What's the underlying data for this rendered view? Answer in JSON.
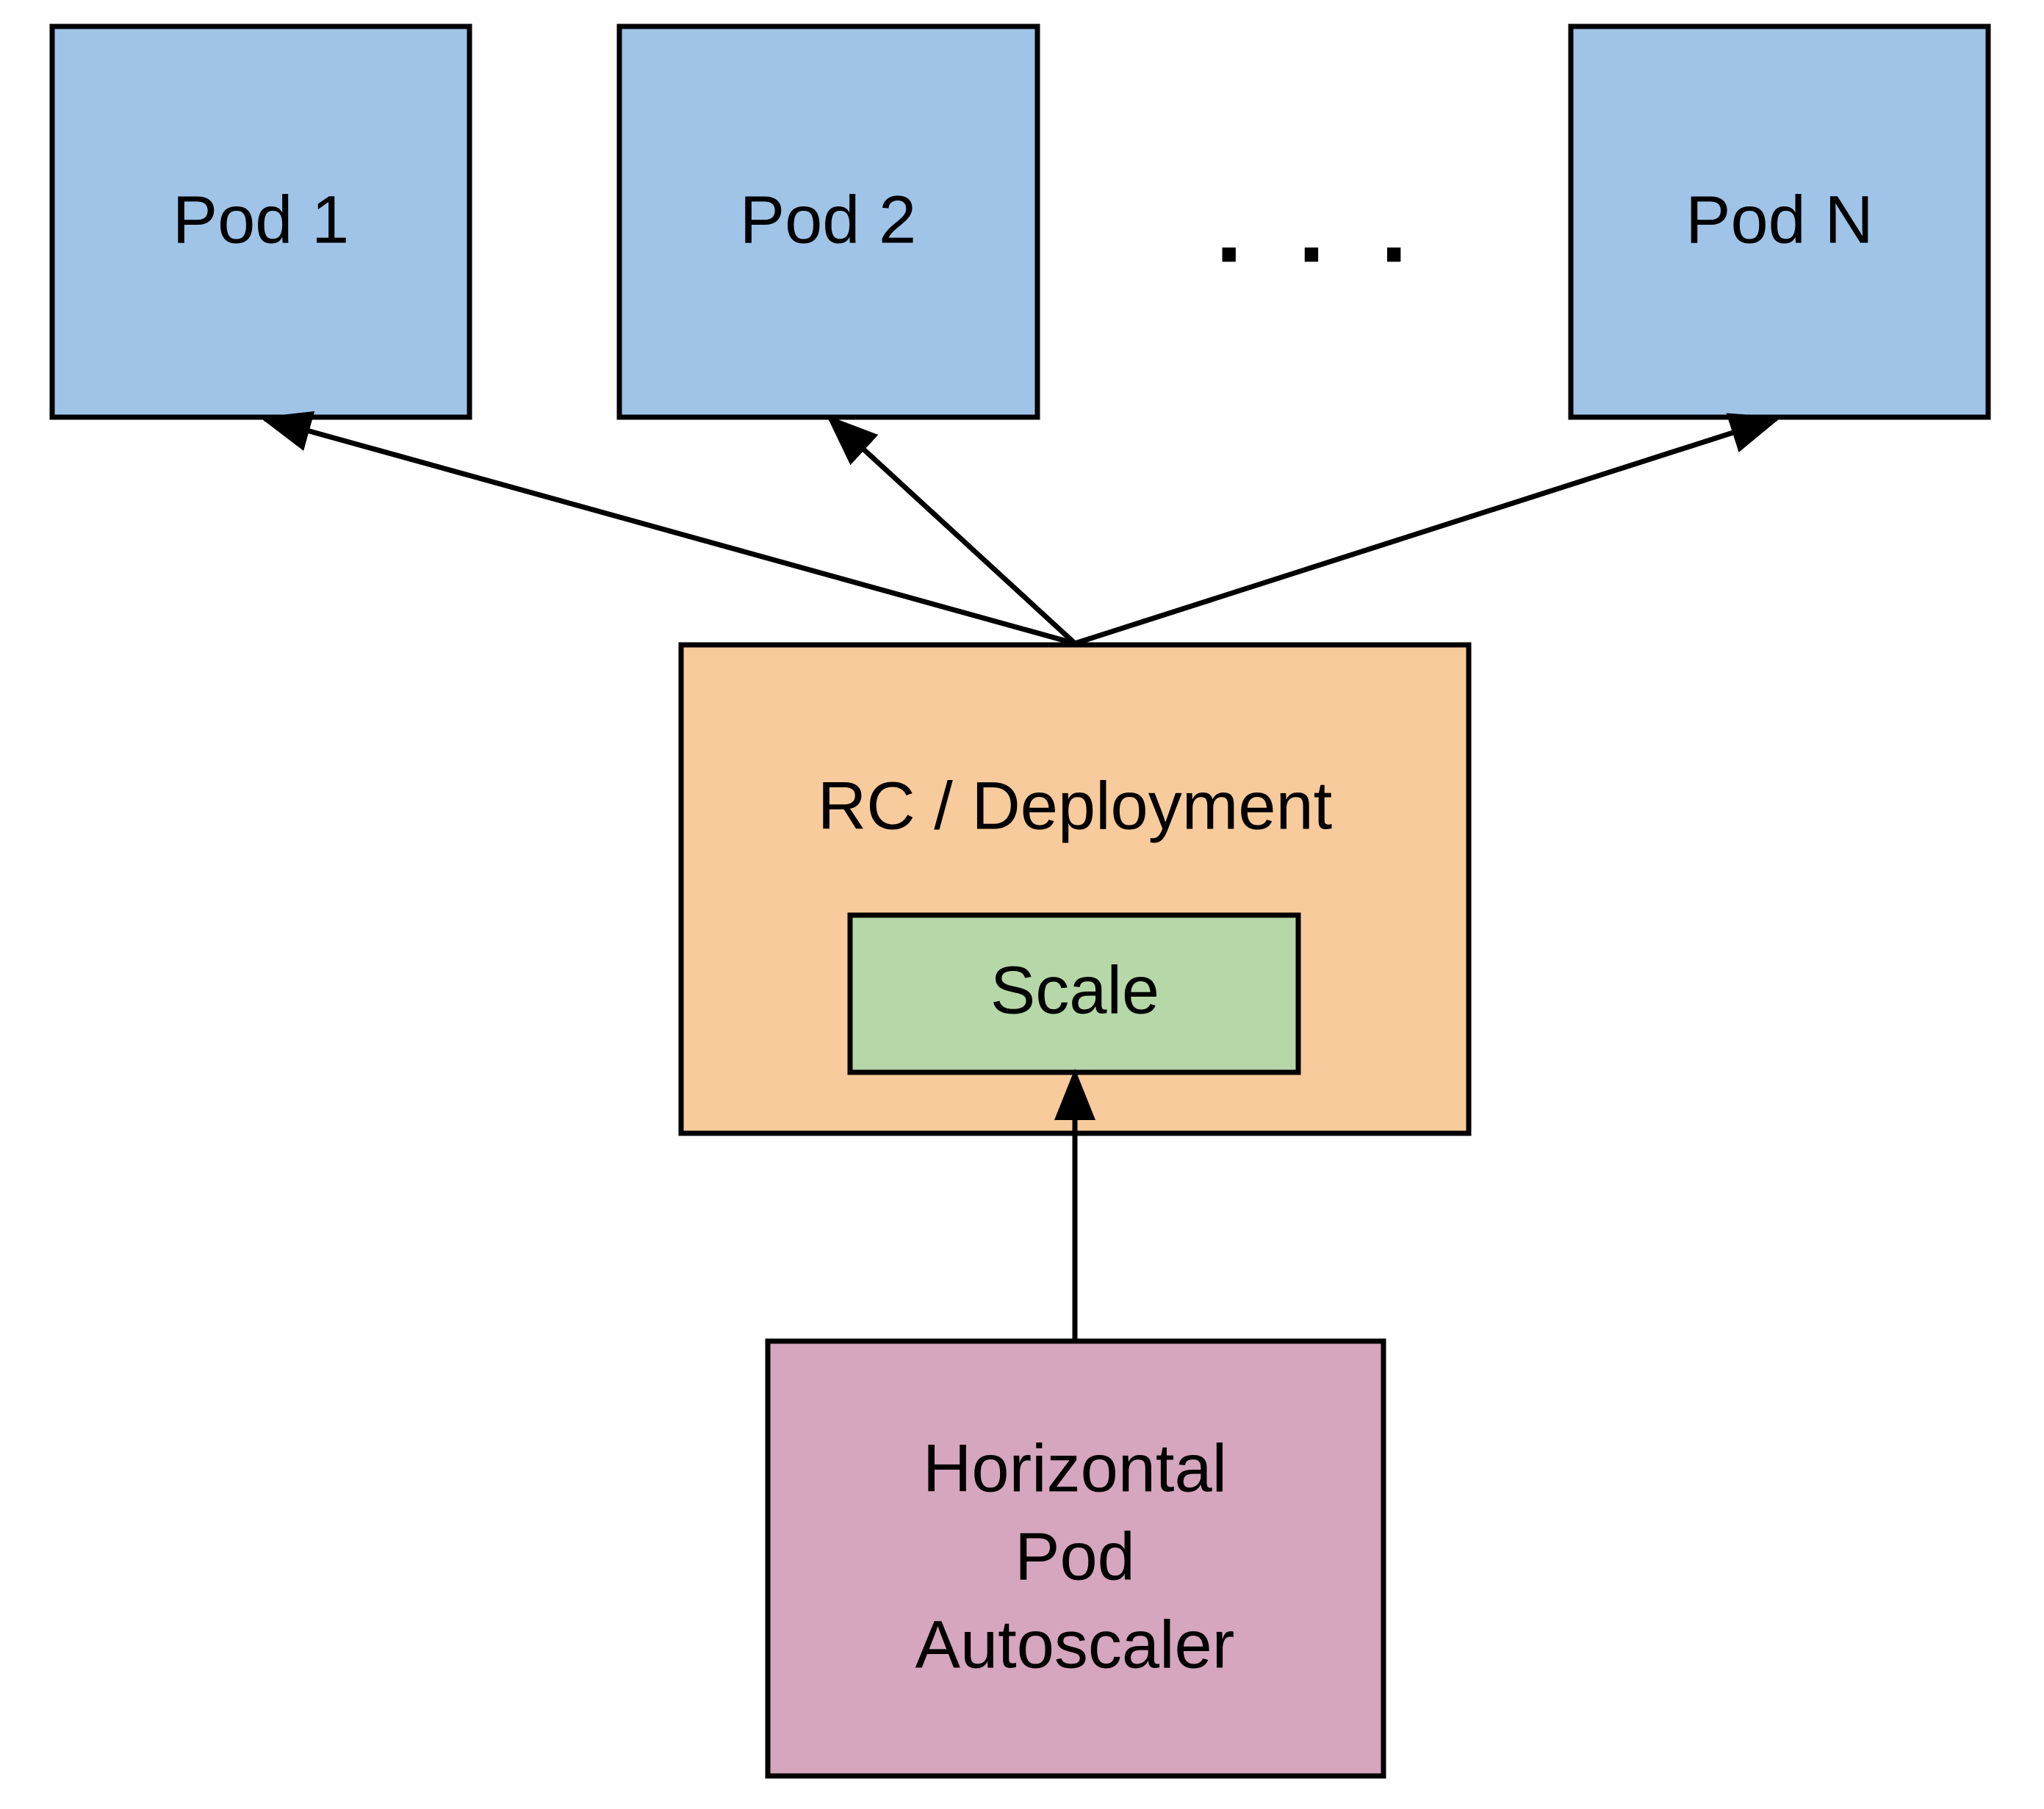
{
  "colors": {
    "pod_fill": "#a0c4e8",
    "controller_fill": "#f8cb9c",
    "scale_fill": "#b6d7a8",
    "autoscaler_fill": "#d5a6bd",
    "stroke": "#000000",
    "background": "#ffffff"
  },
  "pods": [
    {
      "label": "Pod 1"
    },
    {
      "label": "Pod 2"
    },
    {
      "label": "Pod N"
    }
  ],
  "ellipsis": ". . .",
  "controller": {
    "label": "RC / Deployment",
    "scale_label": "Scale"
  },
  "autoscaler": {
    "lines": [
      "Horizontal",
      "Pod",
      "Autoscaler"
    ]
  }
}
